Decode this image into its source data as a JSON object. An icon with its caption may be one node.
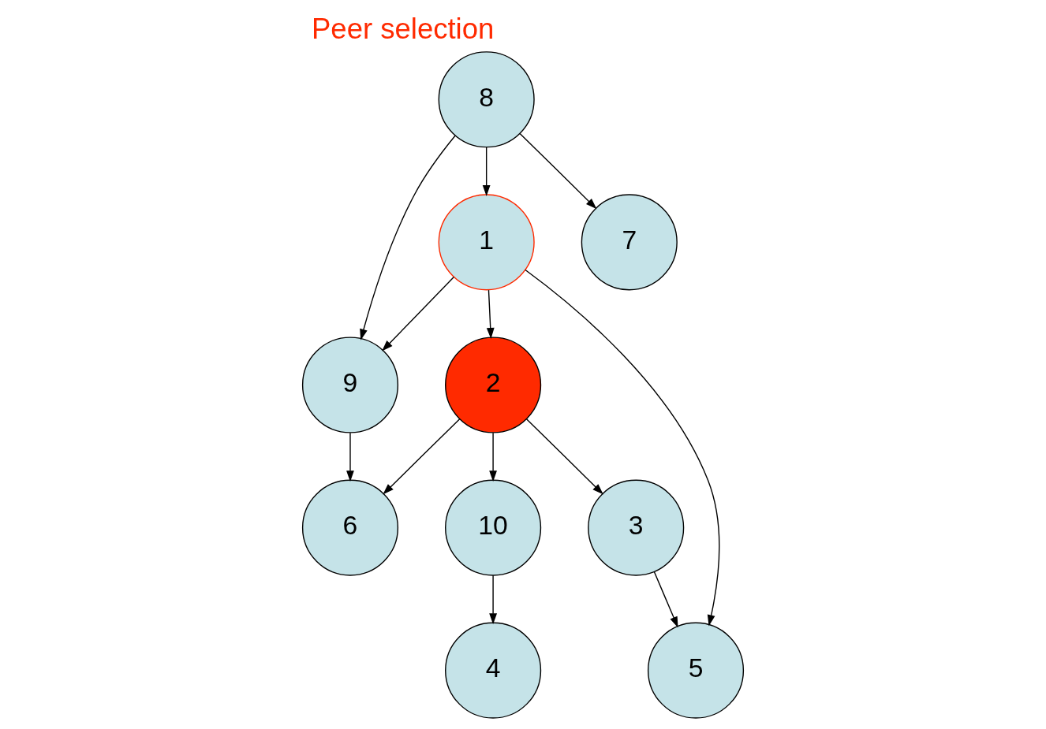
{
  "diagram": {
    "title": "Peer selection",
    "nodes": [
      {
        "text": [
          "3"
        ]
      },
      {
        "text": [
          "2"
        ]
      },
      {
        "text": [
          "1"
        ]
      },
      {
        "text": [
          "10"
        ]
      },
      {
        "text": [
          "4"
        ]
      },
      {
        "text": [
          "9"
        ]
      },
      {
        "text": [
          "8"
        ]
      },
      {
        "text": [
          "6"
        ]
      },
      {
        "text": [
          "5"
        ]
      },
      {
        "text": [
          "7"
        ]
      }
    ],
    "edges": [
      {
        "from": 2,
        "to": 1,
        "arrow": "to"
      },
      {
        "from": 1,
        "to": 0,
        "arrow": "to"
      },
      {
        "from": 1,
        "to": 3,
        "arrow": "to"
      },
      {
        "from": 1,
        "to": 7,
        "arrow": "to"
      },
      {
        "from": 0,
        "to": 8,
        "arrow": "to"
      },
      {
        "from": 3,
        "to": 4,
        "arrow": "to"
      },
      {
        "from": 2,
        "to": 5,
        "arrow": "to"
      },
      {
        "from": 2,
        "to": 8,
        "arrow": "to"
      },
      {
        "from": 6,
        "to": 2,
        "arrow": "to"
      },
      {
        "from": 6,
        "to": 5,
        "arrow": "to"
      },
      {
        "from": 6,
        "to": 9,
        "arrow": "to"
      },
      {
        "from": 5,
        "to": 7,
        "arrow": "to"
      }
    ]
  }
}
